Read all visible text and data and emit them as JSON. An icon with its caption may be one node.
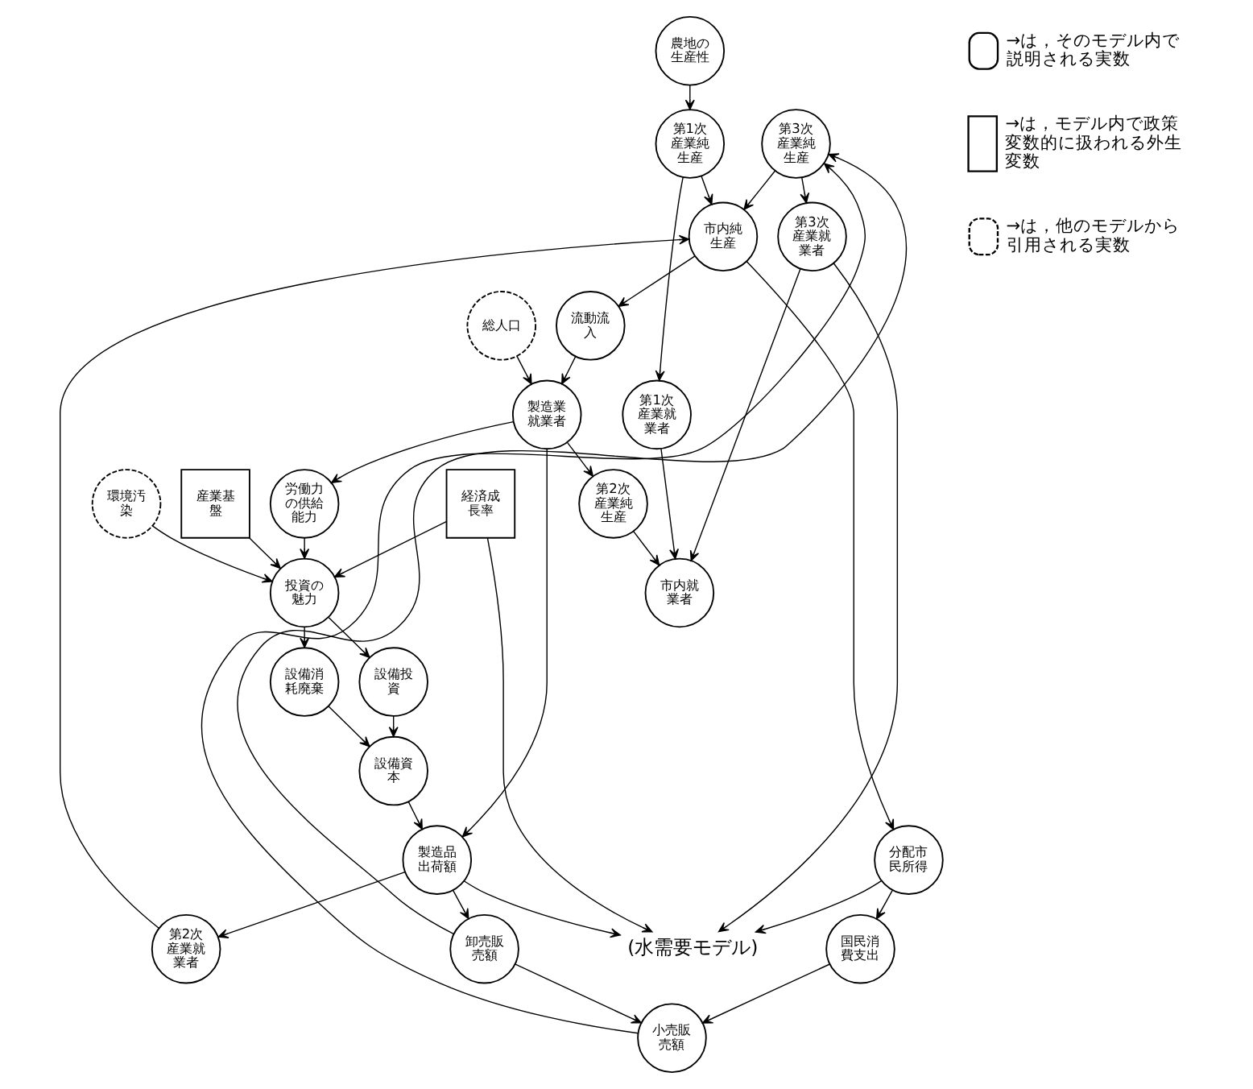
{
  "diagram": {
    "nodes": [
      {
        "text": [
          "第3次産業就業者"
        ]
      },
      {
        "text": [
          "第3次産業純生産"
        ]
      },
      {
        "text": [
          "第1次産業純生産"
        ]
      },
      {
        "text": [
          "第1次産業就業者"
        ]
      },
      {
        "text": [
          "市内就業者"
        ]
      },
      {
        "text": [
          "農地の生産性"
        ]
      },
      {
        "text": [
          "市内純生産"
        ]
      },
      {
        "text": [
          "分配市民所得"
        ]
      },
      {
        "text": [
          "国民消費支出"
        ]
      },
      {
        "text": [
          "小売販売額"
        ]
      },
      {
        "text": [
          "卸売販売額"
        ]
      },
      {
        "text": [
          "流動流入"
        ]
      },
      {
        "text": [
          "第2次産業就業者"
        ]
      },
      {
        "text": [
          "第2次産業純生産"
        ]
      },
      {
        "text": [
          "製造業就業者"
        ]
      },
      {
        "text": [
          "製造品出荷額"
        ]
      },
      {
        "text": [
          "総人口"
        ]
      },
      {
        "text": [
          "設備資本"
        ]
      },
      {
        "text": [
          "設備投資"
        ]
      },
      {
        "text": [
          "設備消耗廃棄"
        ]
      },
      {
        "text": [
          "労働力の供給能力"
        ]
      },
      {
        "text": [
          "投資の魅力"
        ]
      },
      {
        "text": [
          "経済成長率"
        ]
      },
      {
        "text": [
          "産業基盤"
        ]
      },
      {
        "text": [
          "環境汚染"
        ]
      },
      {
        "text": [
          "(水需要モデル)"
        ]
      }
    ],
    "edges": [
      {
        "from": 1,
        "to": 0,
        "arrow": "to"
      },
      {
        "from": 0,
        "to": 4,
        "arrow": "to"
      },
      {
        "from": 0,
        "to": 25,
        "arrow": "to"
      },
      {
        "from": 2,
        "to": 3,
        "arrow": "to"
      },
      {
        "from": 3,
        "to": 4,
        "arrow": "to"
      },
      {
        "from": 5,
        "to": 2,
        "arrow": "to"
      },
      {
        "from": 2,
        "to": 6,
        "arrow": "to"
      },
      {
        "from": 1,
        "to": 6,
        "arrow": "to"
      },
      {
        "from": 6,
        "to": 7,
        "arrow": "to"
      },
      {
        "from": 7,
        "to": 8,
        "arrow": "to"
      },
      {
        "from": 8,
        "to": 9,
        "arrow": "to"
      },
      {
        "from": 9,
        "to": 1,
        "arrow": "to"
      },
      {
        "from": 10,
        "to": 9,
        "arrow": "to"
      },
      {
        "from": 10,
        "to": 1,
        "arrow": "to"
      },
      {
        "from": 7,
        "to": 25,
        "arrow": "to"
      },
      {
        "from": 6,
        "to": 11,
        "arrow": "to"
      },
      {
        "from": 12,
        "to": 6,
        "arrow": "to"
      },
      {
        "from": 11,
        "to": 14,
        "arrow": "to"
      },
      {
        "from": 13,
        "to": 4,
        "arrow": "to"
      },
      {
        "from": 14,
        "to": 13,
        "arrow": "to"
      },
      {
        "from": 14,
        "to": 15,
        "arrow": "to"
      },
      {
        "from": 15,
        "to": 12,
        "arrow": "to"
      },
      {
        "from": 15,
        "to": 10,
        "arrow": "to"
      },
      {
        "from": 15,
        "to": 25,
        "arrow": "to"
      },
      {
        "from": 16,
        "to": 14,
        "arrow": "to"
      },
      {
        "from": 17,
        "to": 15,
        "arrow": "to"
      },
      {
        "from": 18,
        "to": 17,
        "arrow": "to"
      },
      {
        "from": 19,
        "to": 17,
        "arrow": "to"
      },
      {
        "from": 14,
        "to": 20,
        "arrow": "to"
      },
      {
        "from": 21,
        "to": 18,
        "arrow": "to"
      },
      {
        "from": 21,
        "to": 19,
        "arrow": "to"
      },
      {
        "from": 20,
        "to": 21,
        "arrow": "to"
      },
      {
        "from": 22,
        "to": 21,
        "arrow": "to"
      },
      {
        "from": 22,
        "to": 25,
        "arrow": "to"
      },
      {
        "from": 23,
        "to": 21,
        "arrow": "to"
      },
      {
        "from": 24,
        "to": 21,
        "arrow": "to"
      }
    ],
    "legend": [
      {
        "text": "→は，そのモデル内で説明される実数"
      },
      {
        "text": "→は，モデル内で政策変数的に扱われる外生変数"
      },
      {
        "text": "→は，他のモデルから引用される実数"
      }
    ]
  }
}
